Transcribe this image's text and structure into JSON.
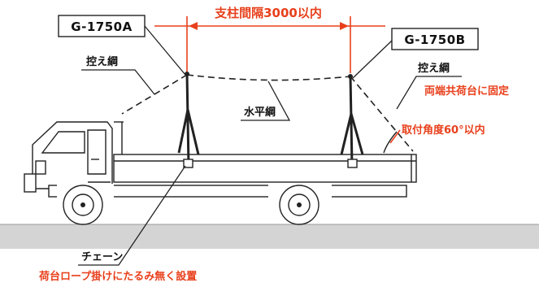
{
  "labels": {
    "span": "支柱間隔3000以内",
    "model_a": "G-1750A",
    "model_b": "G-1750B",
    "guy_rope_left": "控え綱",
    "guy_rope_right": "控え綱",
    "fix_both_ends": "両端共荷台に固定",
    "horizontal_rope": "水平綱",
    "angle_limit": "取付角度60°以内",
    "chain": "チェーン",
    "chain_note": "荷台ロープ掛けにたるみ無く設置"
  },
  "colors": {
    "accent": "#e8401c",
    "ink": "#222222",
    "road": "#d4d4d4"
  }
}
